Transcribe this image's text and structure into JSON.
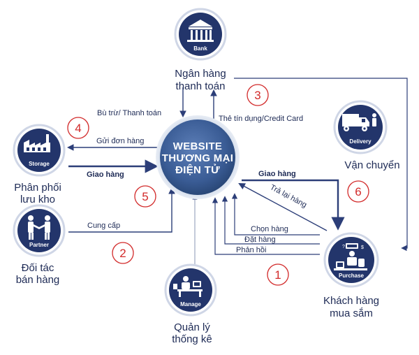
{
  "center": {
    "line1": "WEBSITE",
    "line2": "THƯƠNG MẠI",
    "line3": "ĐIỆN TỬ"
  },
  "nodes": {
    "bank": {
      "icon_label": "Bank",
      "line1": "Ngân hàng",
      "line2": "thanh toán"
    },
    "storage": {
      "icon_label": "Storage",
      "line1": "Phân phối",
      "line2": "lưu kho"
    },
    "partner": {
      "icon_label": "Partner",
      "line1": "Đối tác",
      "line2": "bán hàng"
    },
    "manage": {
      "icon_label": "Manage",
      "line1": "Quản lý",
      "line2": "thống kê"
    },
    "purchase": {
      "icon_label": "Purchase",
      "line1": "Khách hàng",
      "line2": "mua sắm"
    },
    "delivery": {
      "icon_label": "Delivery",
      "line1": "Vận chuyển"
    }
  },
  "flows": {
    "bu_tru": "Bù trừ/ Thanh toán",
    "the_tin_dung": "Thẻ tín dụng/Credit Card",
    "gui_don_hang": "Gửi đơn hàng",
    "giao_hang_left": "Giao hàng",
    "giao_hang_right": "Giao hàng",
    "tra_lai_hang": "Trả lại hàng",
    "cung_cap": "Cung cấp",
    "chon_hang": "Chọn hàng",
    "dat_hang": "Đặt hàng",
    "phan_hoi": "Phản hồi"
  },
  "numbers": [
    "1",
    "2",
    "3",
    "4",
    "5",
    "6"
  ],
  "colors": {
    "icon_fill": "#23356b",
    "text": "#1d2a55",
    "number": "#d22a2a",
    "arrow": "#2c3e78"
  }
}
